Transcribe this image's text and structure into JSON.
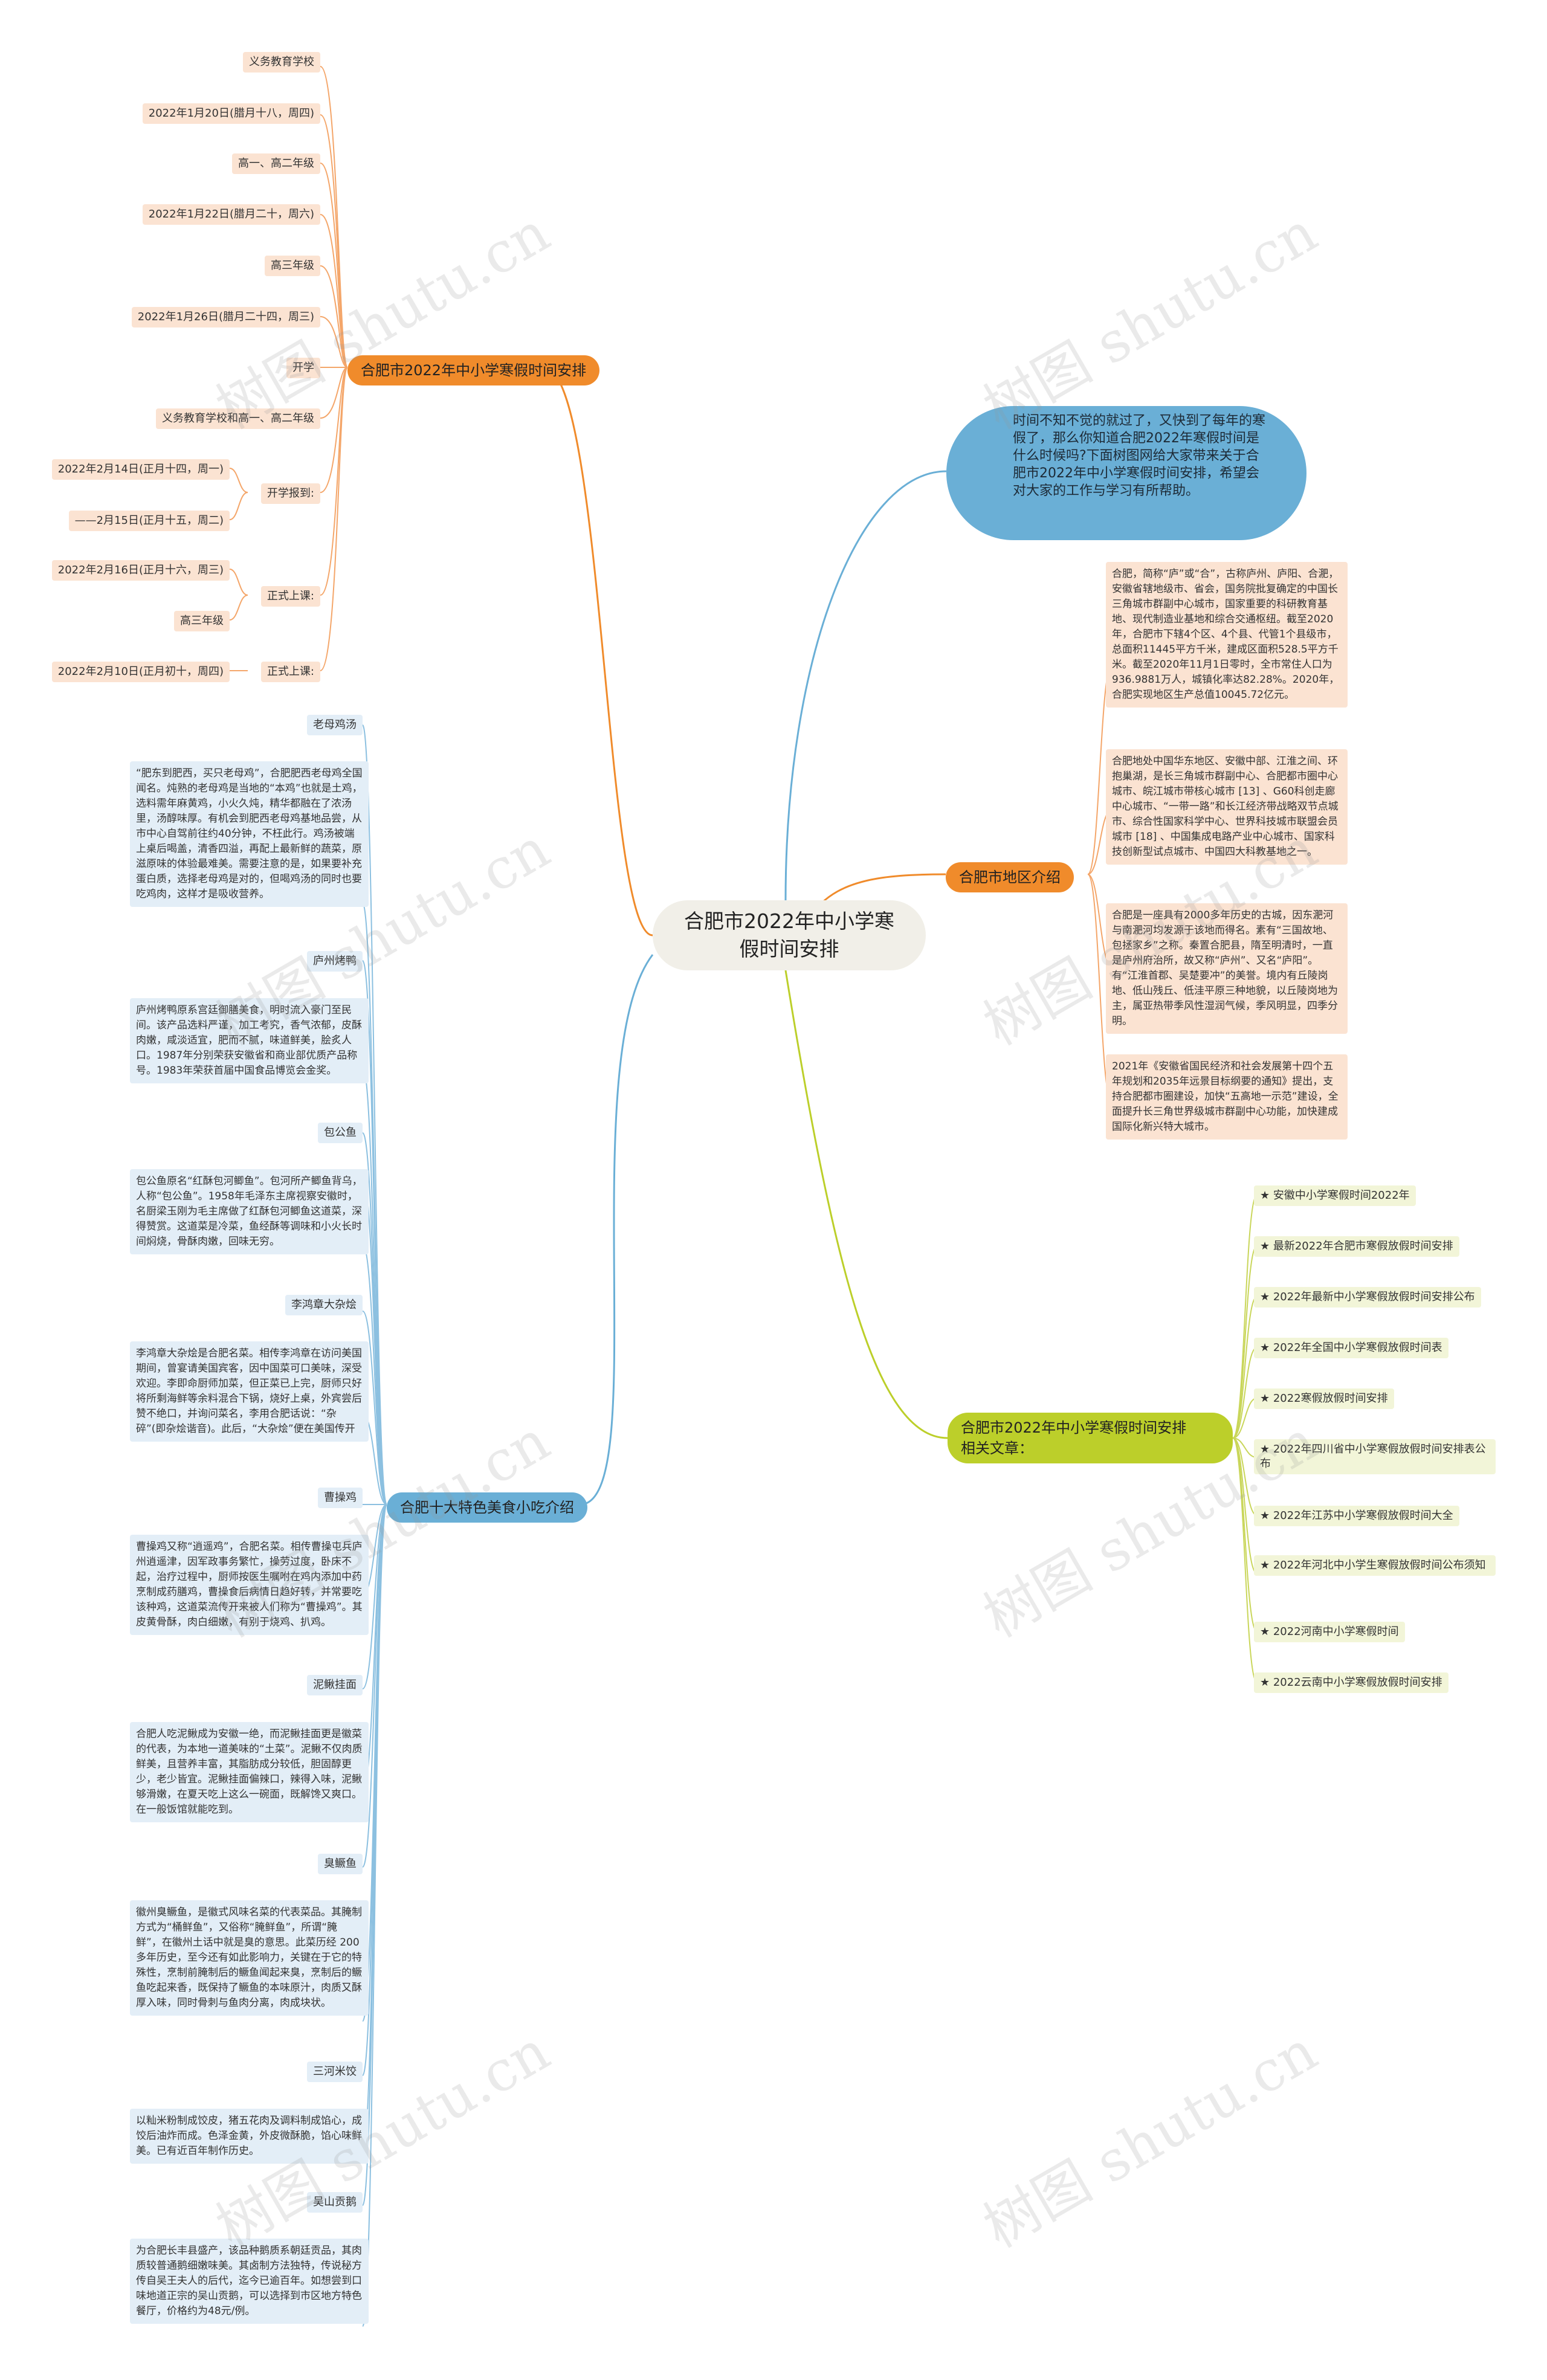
{
  "root": {
    "title": "合肥市2022年中小学寒假时间安排"
  },
  "intro": {
    "text": "时间不知不觉的就过了，又快到了每年的寒假了，那么你知道合肥2022年寒假时间是什么时候吗?下面树图网给大家带来关于合肥市2022年中小学寒假时间安排，希望会对大家的工作与学习有所帮助。"
  },
  "schedule": {
    "title": "合肥市2022年中小学寒假时间安排",
    "items": [
      "义务教育学校",
      "2022年1月20日(腊月十八，周四)",
      "高一、高二年级",
      "2022年1月22日(腊月二十，周六)",
      "高三年级",
      "2022年1月26日(腊月二十四，周三)",
      "开学",
      "义务教育学校和高一、高二年级",
      "开学报到:",
      "2022年2月14日(正月十四，周一)",
      "——2月15日(正月十五，周二)",
      "正式上课:",
      "2022年2月16日(正月十六，周三)",
      "高三年级",
      "正式上课:",
      "2022年2月10日(正月初十，周四)"
    ]
  },
  "region": {
    "title": "合肥市地区介绍",
    "paras": [
      "合肥，简称“庐”或“合”，古称庐州、庐阳、合淝，安徽省辖地级市、省会，国务院批复确定的中国长三角城市群副中心城市，国家重要的科研教育基地、现代制造业基地和综合交通枢纽。截至2020年，合肥市下辖4个区、4个县、代管1个县级市，总面积11445平方千米，建成区面积528.5平方千米。截至2020年11月1日零时，全市常住人口为936.9881万人，城镇化率达82.28%。2020年，合肥实现地区生产总值10045.72亿元。",
      "合肥地处中国华东地区、安徽中部、江淮之间、环抱巢湖，是长三角城市群副中心、合肥都市圈中心城市、皖江城市带核心城市 [13] 、G60科创走廊中心城市、“一带一路”和长江经济带战略双节点城市、综合性国家科学中心、世界科技城市联盟会员城市 [18] 、中国集成电路产业中心城市、国家科技创新型试点城市、中国四大科教基地之一。",
      "合肥是一座具有2000多年历史的古城，因东淝河与南淝河均发源于该地而得名。素有“三国故地、包拯家乡”之称。秦置合肥县，隋至明清时，一直是庐州府治所，故又称“庐州”、又名“庐阳”。有“江淮首郡、吴楚要冲”的美誉。境内有丘陵岗地、低山残丘、低洼平原三种地貌，以丘陵岗地为主，属亚热带季风性湿润气候，季风明显，四季分明。",
      "2021年《安徽省国民经济和社会发展第十四个五年规划和2035年远景目标纲要的通知》提出，支持合肥都市圈建设，加快“五高地一示范”建设，全面提升长三角世界级城市群副中心功能，加快建成国际化新兴特大城市。"
    ]
  },
  "related": {
    "title_line1": "合肥市2022年中小学寒假时间安排",
    "title_line2": "相关文章：",
    "items": [
      "★ 安徽中小学寒假时间2022年",
      "★ 最新2022年合肥市寒假放假时间安排",
      "★ 2022年最新中小学寒假放假时间安排公布",
      "★ 2022年全国中小学寒假放假时间表",
      "★ 2022寒假放假时间安排",
      "★ 2022年四川省中小学寒假放假时间安排表公布",
      "★ 2022年江苏中小学寒假放假时间大全",
      "★ 2022年河北中小学生寒假放假时间公布须知",
      "★ 2022河南中小学寒假时间",
      "★ 2022云南中小学寒假放假时间安排"
    ]
  },
  "food": {
    "title": "合肥十大特色美食小吃介绍",
    "items": [
      {
        "name": "老母鸡汤",
        "desc": "“肥东到肥西，买只老母鸡”，合肥肥西老母鸡全国闻名。炖熟的老母鸡是当地的“本鸡”也就是土鸡，选料需年麻黄鸡，小火久炖，精华都融在了浓汤里，汤醇味厚。有机会到肥西老母鸡基地品尝，从市中心自驾前往约40分钟，不枉此行。鸡汤被端上桌后喝盖，清香四溢，再配上最新鲜的蔬菜，原滋原味的体验最难美。需要注意的是，如果要补充蛋白质，选择老母鸡是对的，但喝鸡汤的同时也要吃鸡肉，这样才是吸收营养。"
      },
      {
        "name": "庐州烤鸭",
        "desc": "庐州烤鸭原系宫廷御膳美食，明时流入豪门至民间。该产品选料严谨，加工考究，香气浓郁，皮酥肉嫩，咸淡适宜，肥而不腻，味道鲜美，脍炙人口。1987年分别荣获安徽省和商业部优质产品称号。1983年荣获首届中国食品博览会金奖。"
      },
      {
        "name": "包公鱼",
        "desc": "包公鱼原名“红酥包河鲫鱼”。包河所产鲫鱼背乌，人称“包公鱼”。1958年毛泽东主席视察安徽时，名厨梁玉刚为毛主席做了红酥包河鲫鱼这道菜，深得赞赏。这道菜是冷菜，鱼经酥等调味和小火长时间焖烧，骨酥肉嫩，回味无穷。"
      },
      {
        "name": "李鸿章大杂烩",
        "desc": "李鸿章大杂烩是合肥名菜。相传李鸿章在访问美国期间，曾宴请美国宾客，因中国菜可口美味，深受欢迎。李即命厨师加菜，但正菜已上完，厨师只好将所剩海鲜等余料混合下锅，烧好上桌，外宾尝后赞不绝口，并询问菜名，李用合肥话说：“杂碎”(即杂烩谐音)。此后，“大杂烩”便在美国传开"
      },
      {
        "name": "曹操鸡",
        "desc": "曹操鸡又称“逍遥鸡”，合肥名菜。相传曹操屯兵庐州逍遥津，因军政事务繁忙，操劳过度，卧床不起，治疗过程中，厨师按医生嘱咐在鸡内添加中药烹制成药膳鸡，曹操食后病情日趋好转，并常要吃该种鸡，这道菜流传开来被人们称为“曹操鸡”。其皮黄骨酥，肉白细嫩，有别于烧鸡、扒鸡。"
      },
      {
        "name": "泥鳅挂面",
        "desc": "合肥人吃泥鳅成为安徽一绝，而泥鳅挂面更是徽菜的代表，为本地一道美味的“土菜”。泥鳅不仅肉质鲜美，且营养丰富，其脂肪成分较低，胆固醇更少，老少皆宜。泥鳅挂面偏辣口，辣得入味，泥鳅够滑嫩，在夏天吃上这么一碗面，既解馋又爽口。在一般饭馆就能吃到。"
      },
      {
        "name": "臭鳜鱼",
        "desc": "徽州臭鳜鱼，是徽式风味名菜的代表菜品。其腌制方式为“桶鲜鱼”，又俗称“腌鲜鱼”，所谓“腌鲜”，在徽州土话中就是臭的意思。此菜历经 200 多年历史，至今还有如此影响力，关键在于它的特殊性，烹制前腌制后的鳜鱼闻起来臭，烹制后的鳜鱼吃起来香，既保持了鳜鱼的本味原汁，肉质又酥厚入味，同时骨刺与鱼肉分离，肉成块状。"
      },
      {
        "name": "三河米饺",
        "desc": "以籼米粉制成饺皮，猪五花肉及调料制成馅心，成饺后油炸而成。色泽金黄，外皮微酥脆，馅心味鲜美。已有近百年制作历史。"
      },
      {
        "name": "吴山贡鹅",
        "desc": "为合肥长丰县盛产，该品种鹅质系朝廷贡品，其肉质较普通鹅细嫩味美。其卤制方法独特，传说秘方传自吴王夫人的后代，迄今已逾百年。如想尝到口味地道正宗的吴山贡鹅，可以选择到市区地方特色餐厅，价格约为48元/例。"
      }
    ]
  },
  "watermark": "树图 shutu.cn",
  "colors": {
    "orange": "#f08b2b",
    "blue": "#6aafd6",
    "green": "#bccf2a",
    "root_bg": "#f1efe8"
  }
}
